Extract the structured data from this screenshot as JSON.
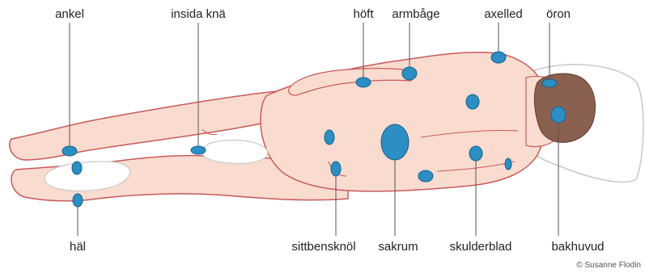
{
  "labels": {
    "top": [
      "ankel",
      "insida knä",
      "höft",
      "armbåge",
      "axelled",
      "öron"
    ],
    "bottom": [
      "häl",
      "sittbensknöl",
      "sakrum",
      "skulderblad",
      "bakhuvud"
    ]
  },
  "copyright": "© Susanne Flodin",
  "colors": {
    "skin": "#f9dccf",
    "outline": "#c75a5a",
    "hair": "#8a6050",
    "pillow": "#ffffff",
    "pillow_outline": "#c9c9c9",
    "marker": "#2b8fc4",
    "marker_edge": "#1a5f8a",
    "leader": "#555555"
  }
}
